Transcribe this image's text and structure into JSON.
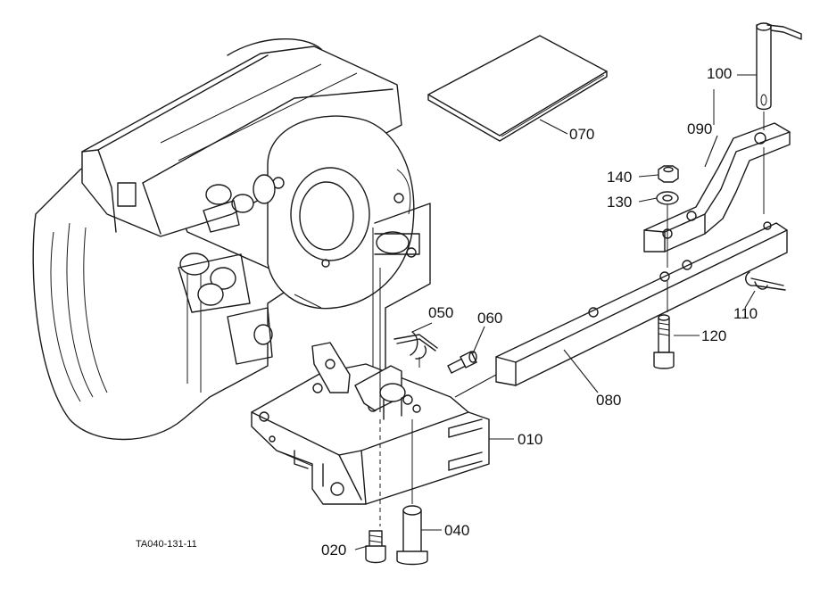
{
  "drawing_code": "TA040-131-11",
  "parts": [
    {
      "id": "010",
      "label": "010"
    },
    {
      "id": "020",
      "label": "020"
    },
    {
      "id": "040",
      "label": "040"
    },
    {
      "id": "050",
      "label": "050"
    },
    {
      "id": "060",
      "label": "060"
    },
    {
      "id": "070",
      "label": "070"
    },
    {
      "id": "080",
      "label": "080"
    },
    {
      "id": "090",
      "label": "090"
    },
    {
      "id": "100",
      "label": "100"
    },
    {
      "id": "110",
      "label": "110"
    },
    {
      "id": "120",
      "label": "120"
    },
    {
      "id": "130",
      "label": "130"
    },
    {
      "id": "140",
      "label": "140"
    }
  ]
}
